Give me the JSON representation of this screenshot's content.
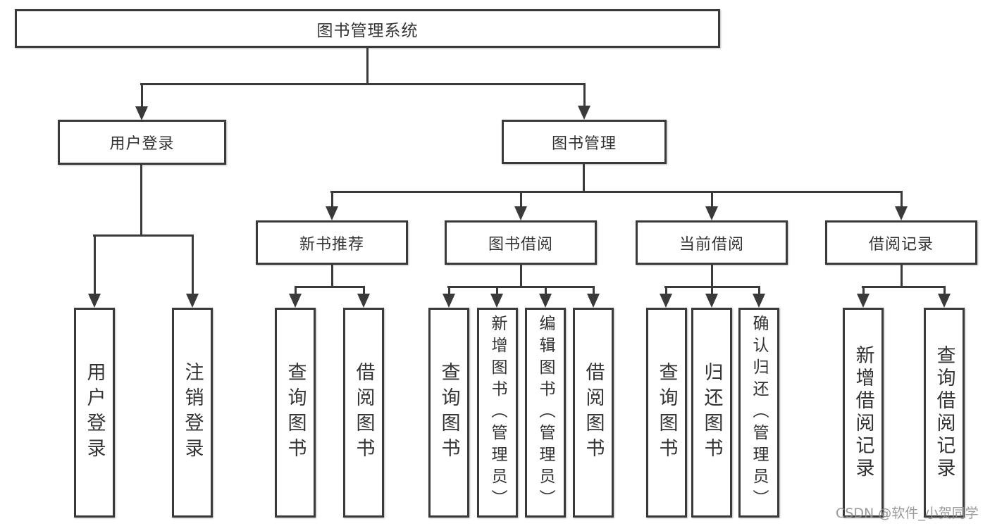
{
  "colors": {
    "background": "#ffffff",
    "line": "#3a3a3a",
    "text": "#333333",
    "watermark": "#8c8c8c"
  },
  "watermark": {
    "text": "CSDN @软件_小贺同学"
  },
  "tree": {
    "root": {
      "label": "图书管理系统"
    },
    "level2": [
      {
        "label": "用户登录",
        "children": [
          {
            "label": "用户登录"
          },
          {
            "label": "注销登录"
          }
        ]
      },
      {
        "label": "图书管理",
        "children": [
          {
            "label": "新书推荐",
            "children": [
              {
                "label": "查询图书"
              },
              {
                "label": "借阅图书"
              }
            ]
          },
          {
            "label": "图书借阅",
            "children": [
              {
                "label": "查询图书"
              },
              {
                "label": "新增图书（管理员）"
              },
              {
                "label": "编辑图书（管理员）"
              },
              {
                "label": "借阅图书"
              }
            ]
          },
          {
            "label": "当前借阅",
            "children": [
              {
                "label": "查询图书"
              },
              {
                "label": "归还图书"
              },
              {
                "label": "确认归还（管理员）"
              }
            ]
          },
          {
            "label": "借阅记录",
            "children": [
              {
                "label": "新增借阅记录"
              },
              {
                "label": "查询借阅记录"
              }
            ]
          }
        ]
      }
    ]
  }
}
